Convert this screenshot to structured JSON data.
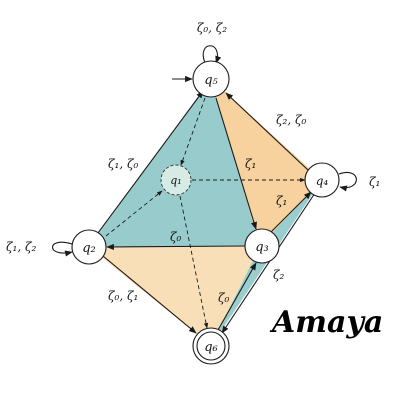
{
  "brand": "Amaya",
  "states": {
    "q1": "q₁",
    "q2": "q₂",
    "q3": "q₃",
    "q4": "q₄",
    "q5": "q₅",
    "q6": "q₆"
  },
  "transitions": {
    "q5_loop": "ζ₀, ζ₂",
    "q4_loop": "ζ₁",
    "q2_loop": "ζ₁, ζ₂",
    "q2_q5": "ζ₁, ζ₀",
    "q4_q5": "ζ₂, ζ₀",
    "q5_q3": "ζ₁",
    "q3_q4": "ζ₁",
    "q3_q2": "ζ₀",
    "q3_q4_lower": "ζ₂",
    "q2_q6": "ζ₀, ζ₁",
    "q6_q3": "ζ₀"
  },
  "colors": {
    "teal": "#8fc8c8",
    "orange": "#f7cf99",
    "peach": "#f8ddb3",
    "hidden_node": "#d7ebe6"
  }
}
